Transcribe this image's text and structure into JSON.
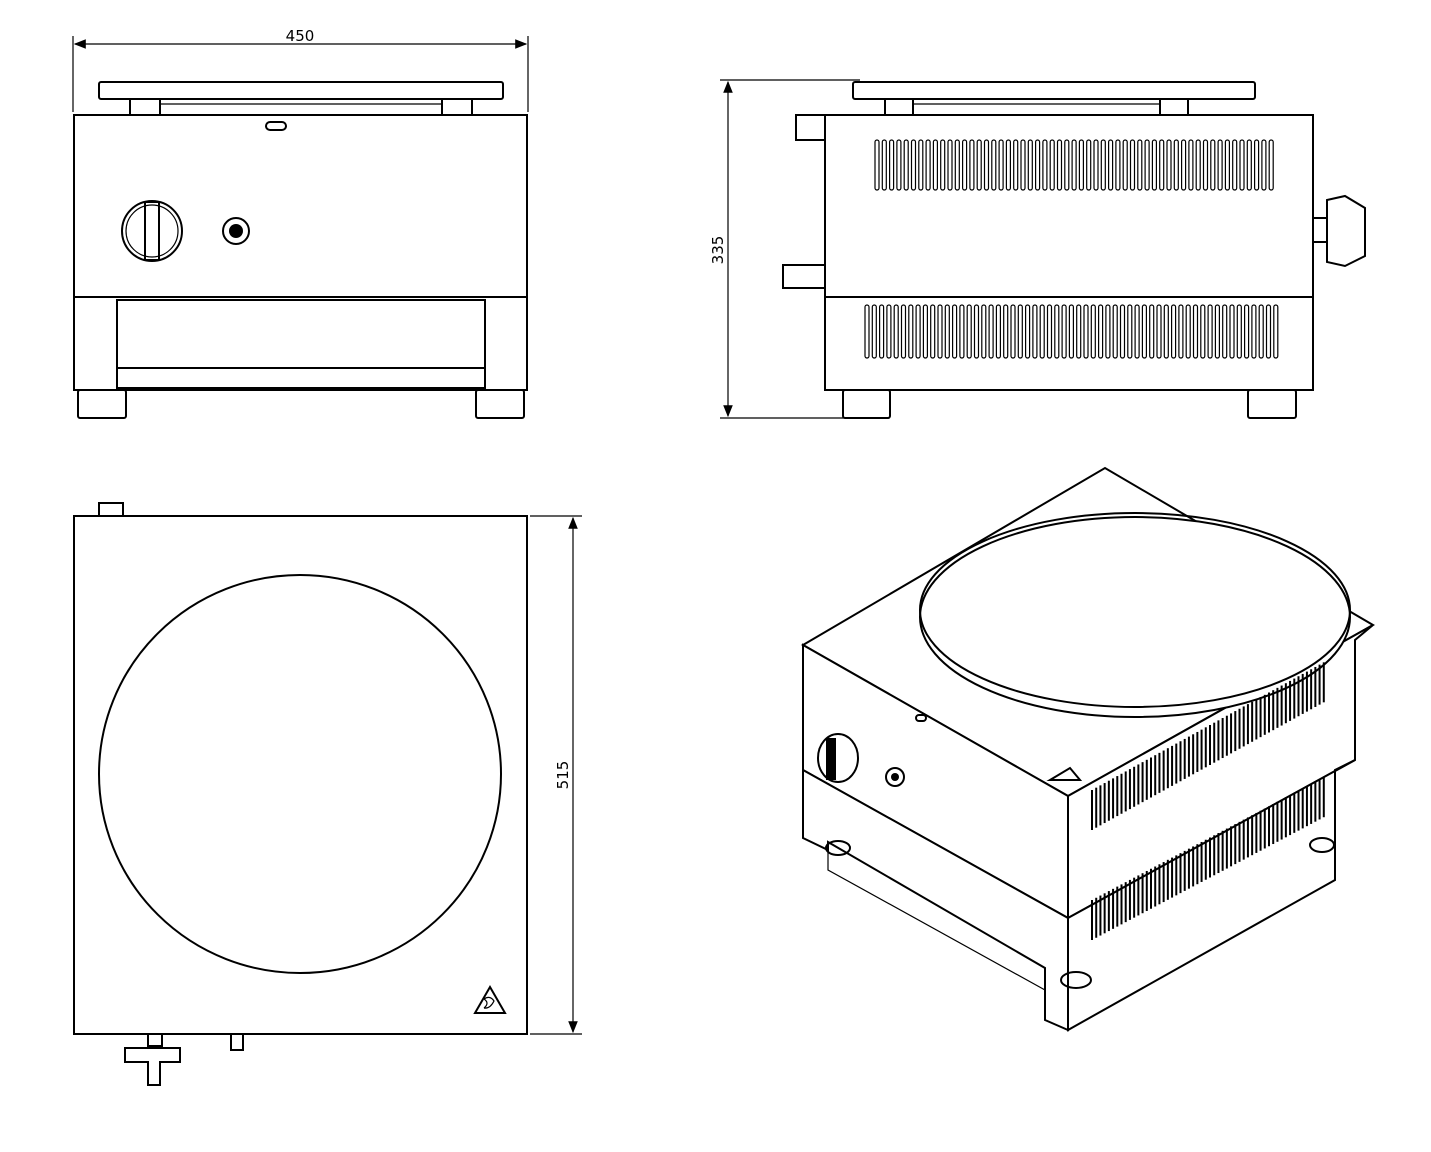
{
  "drawing": {
    "dimensions": {
      "width_label": "450",
      "height_label": "335",
      "depth_label": "515"
    },
    "colors": {
      "line": "#000000",
      "background": "#ffffff"
    }
  }
}
